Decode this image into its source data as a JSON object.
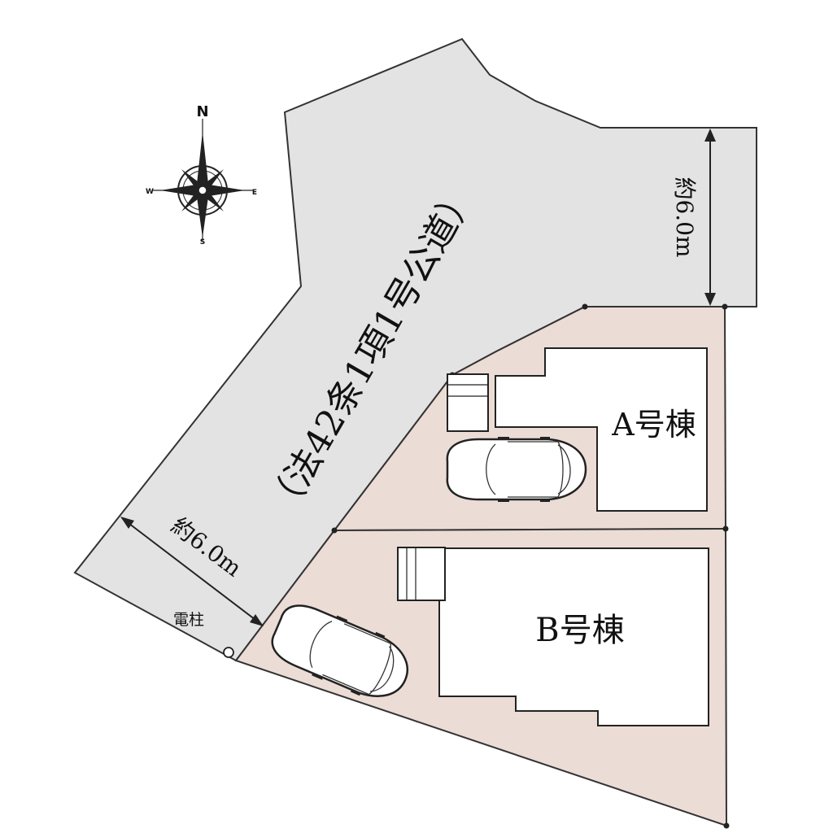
{
  "road": {
    "label": "（法42条1項1号公道）",
    "width_top": "約6.0m",
    "width_left": "約6.0m"
  },
  "lots": {
    "a": {
      "label": "A号棟"
    },
    "b": {
      "label": "B号棟"
    }
  },
  "utility_pole": {
    "label": "電柱"
  },
  "compass": {
    "n": "N",
    "s": "S",
    "e": "E",
    "w": "W"
  },
  "colors": {
    "road": "#e3e3e4",
    "lot": "#ecdcd6",
    "building": "#ffffff",
    "line": "#222222"
  }
}
